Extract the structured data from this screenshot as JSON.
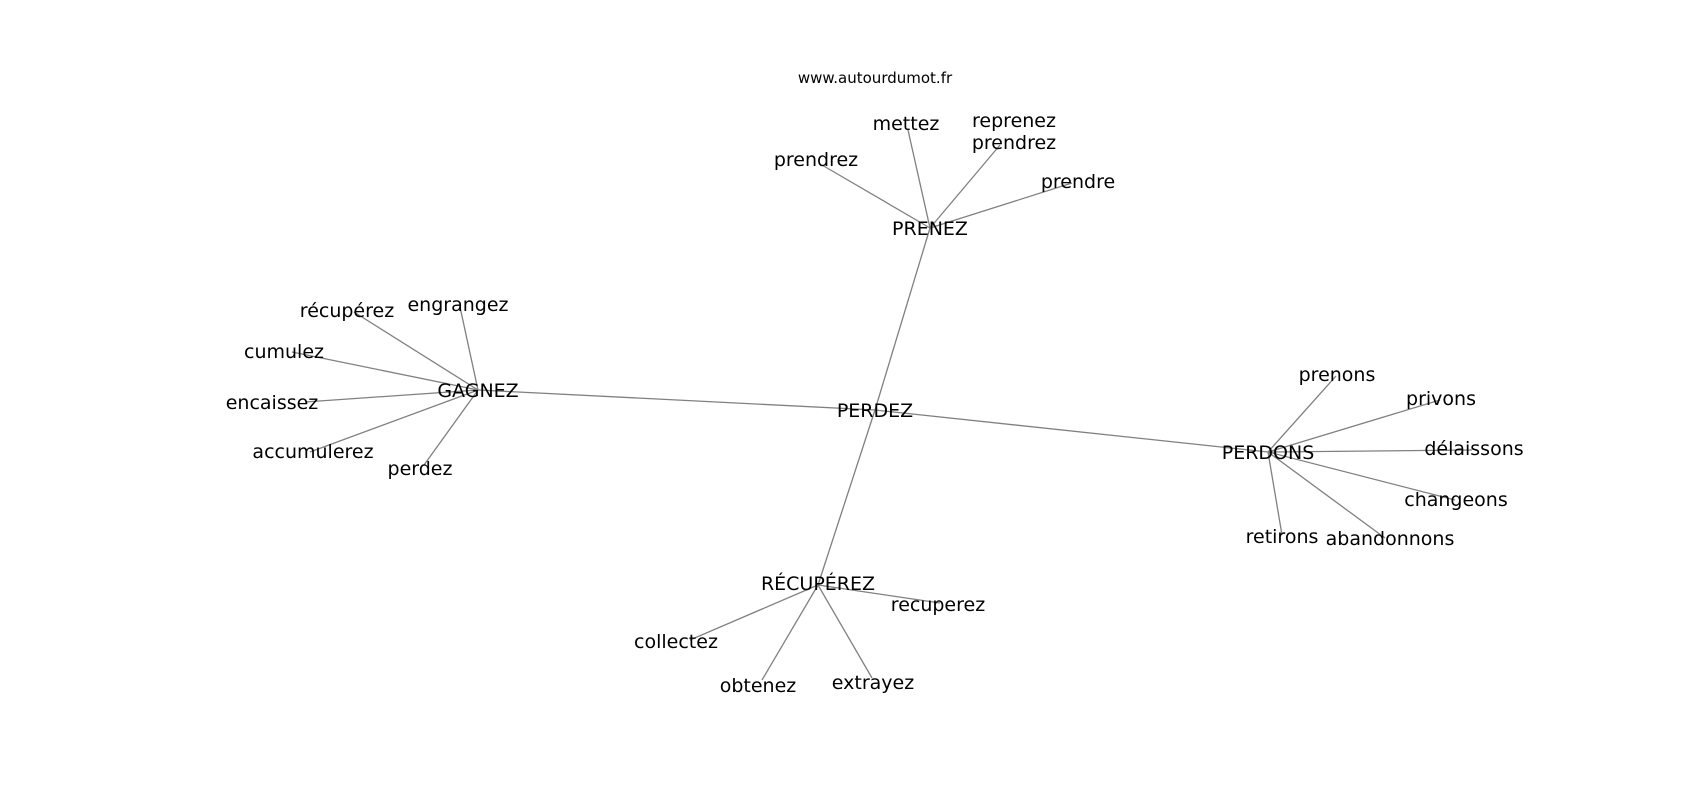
{
  "site": "www.autourdumot.fr",
  "center": "PERDEZ",
  "hubs": {
    "prenez": {
      "label": "PRENEZ",
      "leaves": [
        "prendrez",
        "mettez",
        "reprenez",
        "prendrez",
        "prendre"
      ]
    },
    "gagnez": {
      "label": "GAGNEZ",
      "leaves": [
        "récupérez",
        "engrangez",
        "cumulez",
        "encaissez",
        "accumulerez",
        "perdez"
      ]
    },
    "perdons": {
      "label": "PERDONS",
      "leaves": [
        "prenons",
        "privons",
        "délaissons",
        "changeons",
        "abandonnons",
        "retirons"
      ]
    },
    "recuperez": {
      "label": "RÉCUPÉREZ",
      "leaves": [
        "recuperez",
        "collectez",
        "obtenez",
        "extrayez"
      ]
    }
  }
}
